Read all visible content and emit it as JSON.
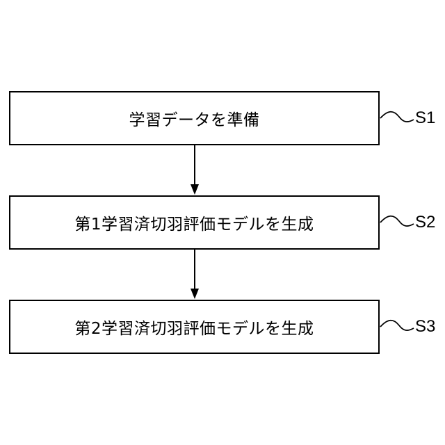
{
  "steps": [
    {
      "text": "学習データを準備",
      "label": "S1"
    },
    {
      "text": "第1学習済切羽評価モデルを生成",
      "label": "S2"
    },
    {
      "text": "第2学習済切羽評価モデルを生成",
      "label": "S3"
    }
  ]
}
